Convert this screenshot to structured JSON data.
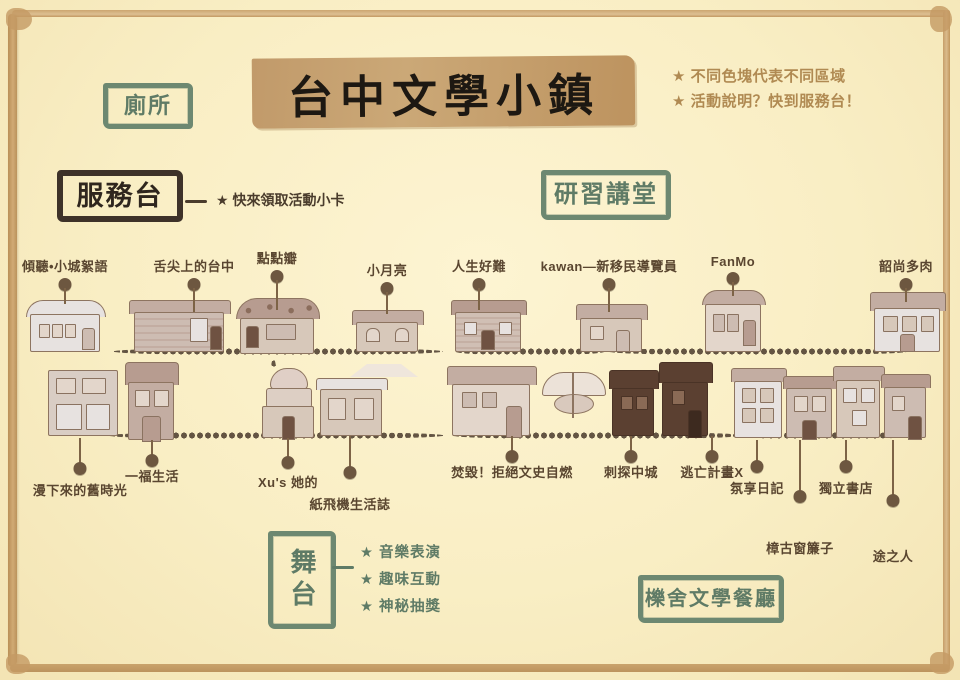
{
  "poster": {
    "title": "台中文學小鎮",
    "background_color": "#fbf0c8",
    "ink_green": "#5f7b66",
    "ink_dark": "#2f261e",
    "label_brown": "#5a4630",
    "legend_brown": "#b08a52"
  },
  "legend": {
    "line1": "★ 不同色塊代表不同區域",
    "line2": "★ 活動說明？快到服務台！"
  },
  "stamps": {
    "restroom": "廁所",
    "service_desk": "服務台",
    "lecture_hall": "研習講堂",
    "stage": "舞台",
    "restaurant": "櫟舍文學餐廳"
  },
  "service_note": "★ 快來領取活動小卡",
  "stage_bullets": [
    "★ 音樂表演",
    "★ 趣味互動",
    "★ 神秘抽獎"
  ],
  "pins": [
    {
      "label": "傾聽•小城絮語",
      "side": "up"
    },
    {
      "label": "舌尖上的台中",
      "side": "up"
    },
    {
      "label": "點點瓣",
      "side": "up"
    },
    {
      "label": "小月亮",
      "side": "up"
    },
    {
      "label": "人生好難",
      "side": "up"
    },
    {
      "label": "kawan—新移民導覽員",
      "side": "up"
    },
    {
      "label": "FanMo",
      "side": "up"
    },
    {
      "label": "韶尚多肉",
      "side": "up"
    },
    {
      "label": "漫下來的舊時光",
      "side": "down"
    },
    {
      "label": "一福生活",
      "side": "down"
    },
    {
      "label": "Xu's 她的",
      "side": "down"
    },
    {
      "label": "紙飛機生活誌",
      "side": "down"
    },
    {
      "label": "焚毀！拒絕文史自燃",
      "side": "down"
    },
    {
      "label": "刺探中城",
      "side": "down"
    },
    {
      "label": "逃亡計畫X",
      "side": "down"
    },
    {
      "label": "氛享日記",
      "side": "down"
    },
    {
      "label": "樟古窗簾子",
      "side": "down"
    },
    {
      "label": "獨立書店",
      "side": "down"
    },
    {
      "label": "途之人",
      "side": "down"
    }
  ]
}
